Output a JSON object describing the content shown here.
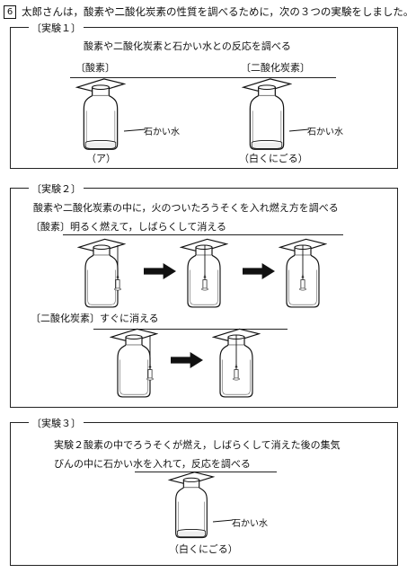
{
  "question": {
    "number": "6",
    "intro": "太郎さんは，酸素や二酸化炭素の性質を調べるために，次の３つの実験をしました。"
  },
  "exp1": {
    "label": "〔実験１〕",
    "description": "酸素や二酸化炭素と石かい水との反応を調べる",
    "left_gas": "〔酸素〕",
    "right_gas": "〔二酸化炭素〕",
    "left_callout": "石かい水",
    "right_callout": "石かい水",
    "left_result": "（ア）",
    "right_result": "（白くにごる）"
  },
  "exp2": {
    "label": "〔実験２〕",
    "description": "酸素や二酸化炭素の中に，火のついたろうそくを入れ燃え方を調べる",
    "oxygen_result": "〔酸素〕明るく燃えて，しばらくして消える",
    "co2_result": "〔二酸化炭素〕すぐに消える"
  },
  "exp3": {
    "label": "〔実験３〕",
    "description_line1": "実験２酸素の中でろうそくが燃え，しばらくして消えた後の集気",
    "description_line2": "びんの中に石かい水を入れて，反応を調べる",
    "callout": "石かい水",
    "result": "（白くにごる）"
  }
}
